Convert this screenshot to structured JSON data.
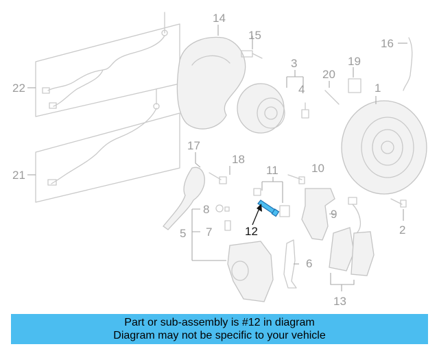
{
  "diagram": {
    "callouts": [
      {
        "id": "c1",
        "label": "1"
      },
      {
        "id": "c2",
        "label": "2"
      },
      {
        "id": "c3",
        "label": "3"
      },
      {
        "id": "c4",
        "label": "4"
      },
      {
        "id": "c5",
        "label": "5"
      },
      {
        "id": "c6",
        "label": "6"
      },
      {
        "id": "c7",
        "label": "7"
      },
      {
        "id": "c8",
        "label": "8"
      },
      {
        "id": "c9",
        "label": "9"
      },
      {
        "id": "c10",
        "label": "10"
      },
      {
        "id": "c11",
        "label": "11"
      },
      {
        "id": "c12",
        "label": "12"
      },
      {
        "id": "c13",
        "label": "13"
      },
      {
        "id": "c14",
        "label": "14"
      },
      {
        "id": "c15",
        "label": "15"
      },
      {
        "id": "c16",
        "label": "16"
      },
      {
        "id": "c17",
        "label": "17"
      },
      {
        "id": "c18",
        "label": "18"
      },
      {
        "id": "c19",
        "label": "19"
      },
      {
        "id": "c20",
        "label": "20"
      },
      {
        "id": "c21",
        "label": "21"
      },
      {
        "id": "c22",
        "label": "22"
      }
    ],
    "highlighted_part": "12",
    "highlight_color": "#4bbdf0"
  },
  "banner": {
    "line1": "Part or sub-assembly is #12 in diagram",
    "line2": "Diagram may not be specific to your vehicle",
    "background": "#4bbdf0"
  }
}
